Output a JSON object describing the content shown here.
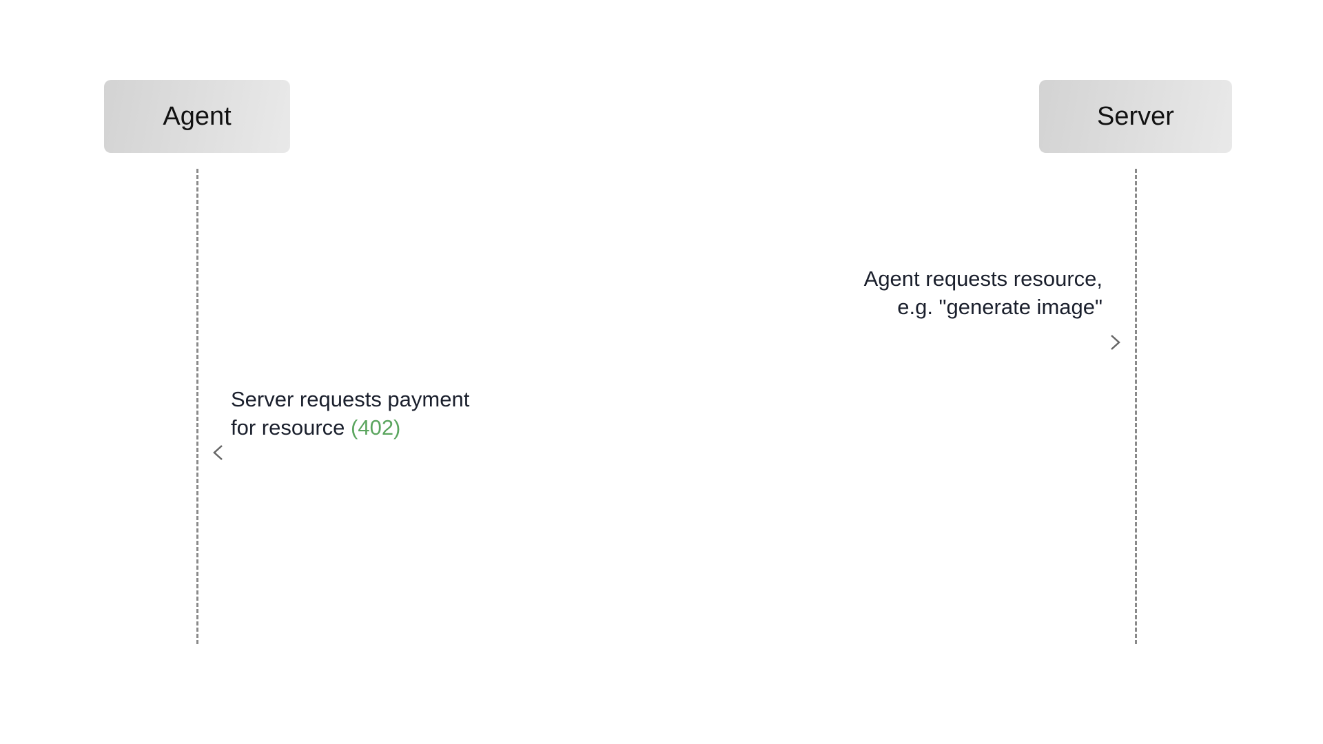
{
  "actors": {
    "agent": {
      "label": "Agent"
    },
    "server": {
      "label": "Server"
    }
  },
  "messages": [
    {
      "from": "Agent",
      "to": "Server",
      "line1": "Agent requests resource,",
      "line2": "e.g. \"generate image\""
    },
    {
      "from": "Server",
      "to": "Agent",
      "line1": "Server requests payment",
      "line2": "for resource ",
      "status_code": "(402)"
    }
  ],
  "colors": {
    "actor_box_start": "#d3d3d3",
    "actor_box_end": "#e9e9e9",
    "lifeline": "#8a8a8a",
    "arrow": "#6a6a6a",
    "text": "#1a1f2c",
    "status_code": "#5aa55e"
  }
}
